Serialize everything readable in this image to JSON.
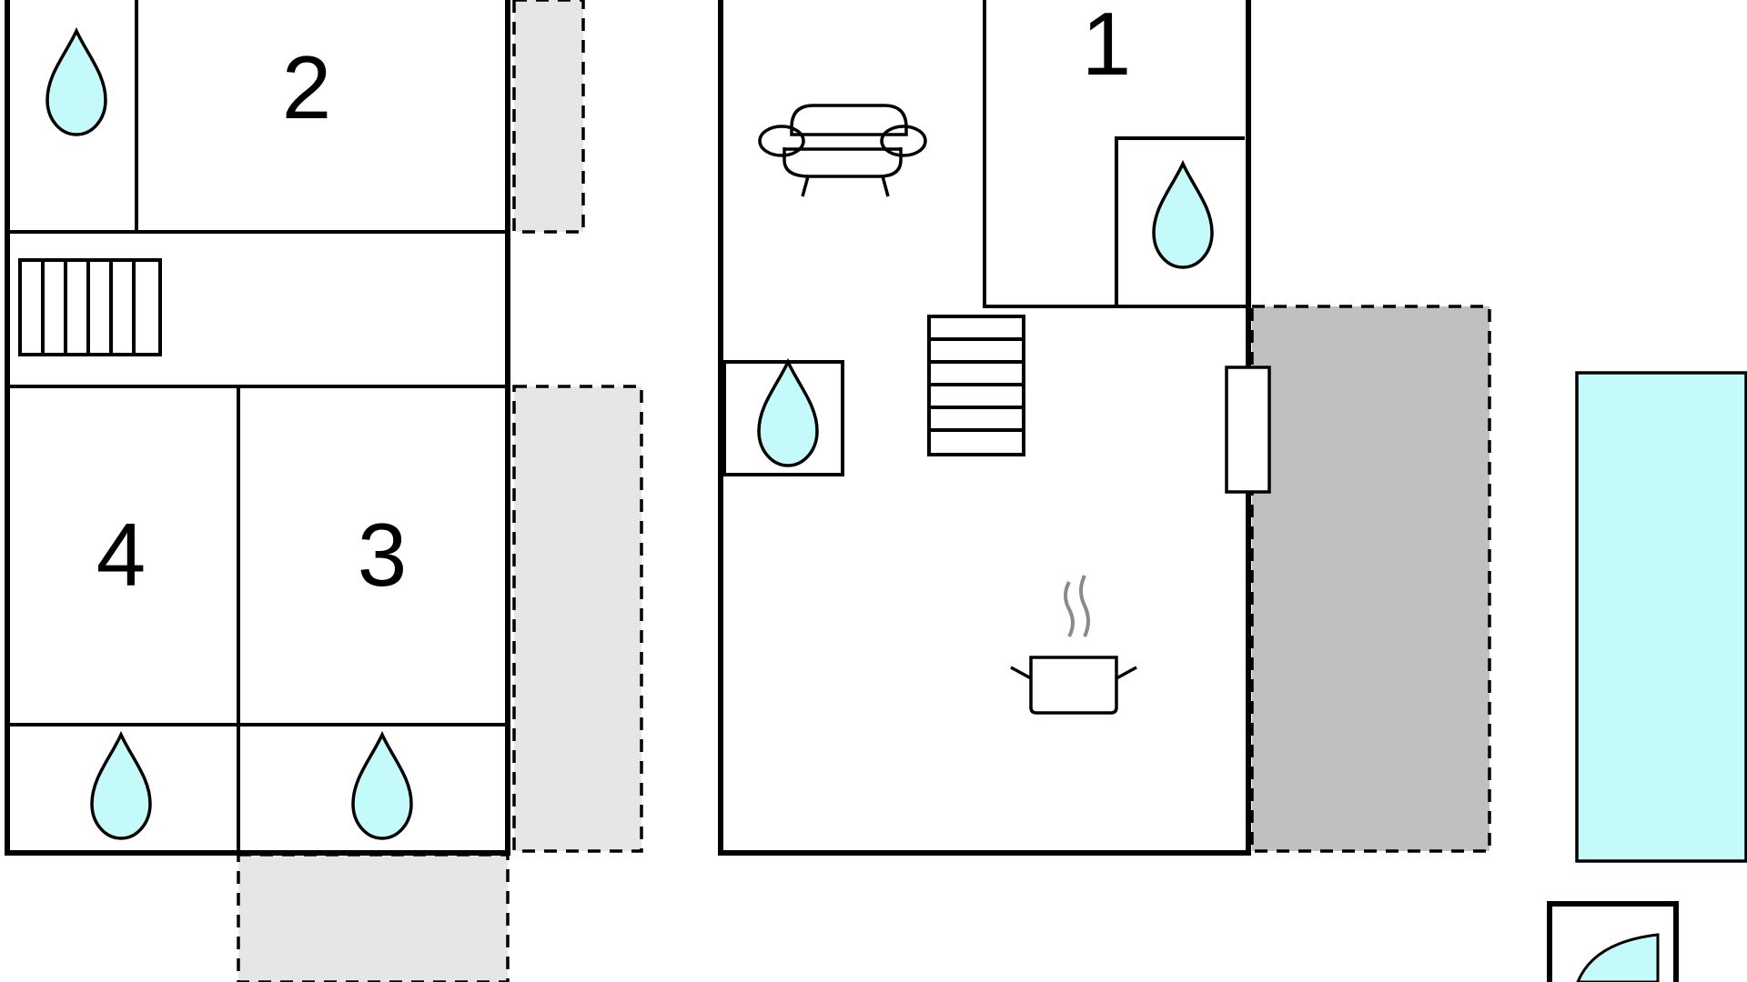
{
  "colors": {
    "water": "#c4fafa",
    "terrace_light": "#e6e6e6",
    "terrace_dark": "#c0c0c0",
    "pool": "#c4fafa",
    "steam": "#8a8a8a",
    "wall": "#000000"
  },
  "rooms": [
    {
      "number": "1"
    },
    {
      "number": "2"
    },
    {
      "number": "3"
    },
    {
      "number": "4"
    }
  ],
  "icons": {
    "bathroom": "water-drop-icon",
    "living_room": "sofa-icon",
    "kitchen": "cooking-pot-icon",
    "stairs": "stairs-icon",
    "pool": "swimming-pool",
    "shower": "shower-door-icon"
  }
}
